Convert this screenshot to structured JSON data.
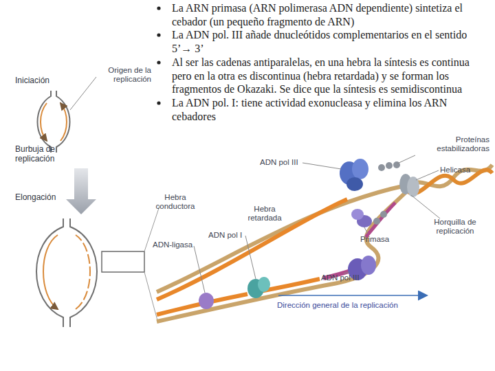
{
  "diagram": {
    "labels": [
      "La ARN primasa (ARN polimerasa ADN dependiente) sintetiza el cebador (un pequeño fragmento de ARN)",
      "La ADN pol. III añade dnucleótidos complementarios en el sentido 5’→ 3’",
      "Al ser las cadenas antiparalelas, en una hebra la síntesis es continua pero en la otra es discontinua (hebra retardada) y se forman los fragmentos de Okazaki. Se dice que la síntesis es semidiscontinua",
      "La ADN pol. I: tiene actividad exonucleasa y elimina los ARN cebadores",
      "Iniciación",
      "Origen de la replicación",
      "Burbuja de replicación",
      "Proteínas estabilizadoras",
      "ADN pol III",
      "Helicasa",
      "Elongación",
      "Hebra conductora",
      "Hebra retardada",
      "Horquilla de replicación",
      "ADN pol I",
      "Primasa",
      "ADN-ligasa",
      "ADN pol III",
      "Dirección general de la replicación"
    ]
  }
}
